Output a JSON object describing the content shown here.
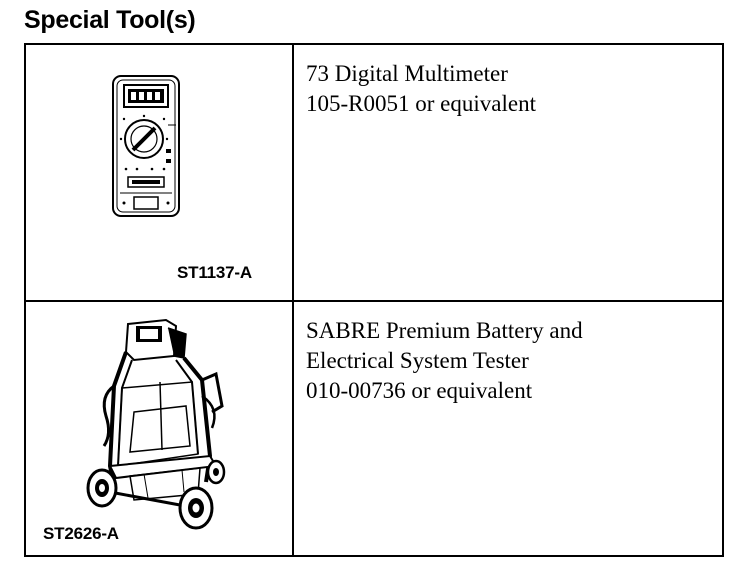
{
  "heading": "Special Tool(s)",
  "tools": [
    {
      "illustration_code": "ST1137-A",
      "illustration_icon": "digital-multimeter-icon",
      "description_lines": [
        "73 Digital Multimeter",
        "105-R0051 or equivalent"
      ]
    },
    {
      "illustration_code": "ST2626-A",
      "illustration_icon": "battery-tester-cart-icon",
      "description_lines": [
        "SABRE Premium Battery and",
        "Electrical System Tester",
        "010-00736 or equivalent"
      ]
    }
  ]
}
